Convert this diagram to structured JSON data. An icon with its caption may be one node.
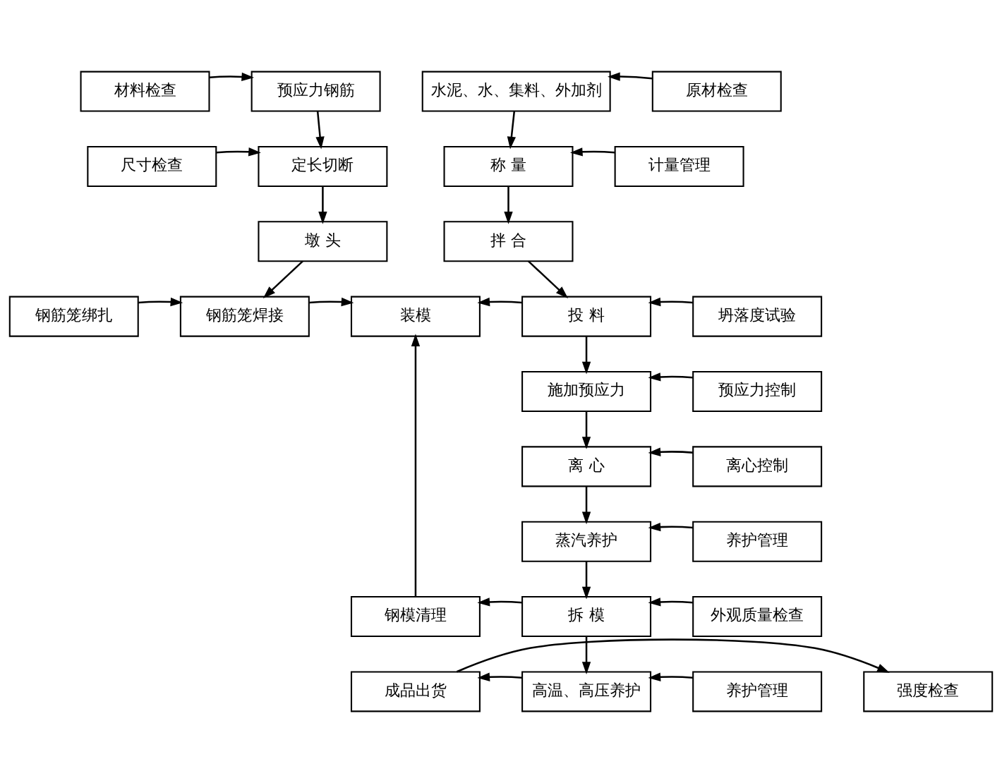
{
  "diagram": {
    "nodes": [
      {
        "text": [
          "材料检查"
        ]
      },
      {
        "text": [
          "预应力钢筋"
        ]
      },
      {
        "text": [
          "尺寸检查"
        ]
      },
      {
        "text": [
          "定长切断"
        ]
      },
      {
        "text": [
          "墩 头"
        ]
      },
      {
        "text": [
          "钢筋笼绑扎"
        ]
      },
      {
        "text": [
          "钢筋笼焊接"
        ]
      },
      {
        "text": [
          "装模"
        ]
      },
      {
        "text": [
          "水泥、水、集料、外加剂"
        ]
      },
      {
        "text": [
          "原材检查"
        ]
      },
      {
        "text": [
          "称 量"
        ]
      },
      {
        "text": [
          "计量管理"
        ]
      },
      {
        "text": [
          "拌 合"
        ]
      },
      {
        "text": [
          "投 料"
        ]
      },
      {
        "text": [
          "坍落度试验"
        ]
      },
      {
        "text": [
          "施加预应力"
        ]
      },
      {
        "text": [
          "预应力控制"
        ]
      },
      {
        "text": [
          "离 心"
        ]
      },
      {
        "text": [
          "离心控制"
        ]
      },
      {
        "text": [
          "蒸汽养护"
        ]
      },
      {
        "text": [
          "养护管理"
        ]
      },
      {
        "text": [
          "钢模清理"
        ]
      },
      {
        "text": [
          "拆 模"
        ]
      },
      {
        "text": [
          "外观质量检查"
        ]
      },
      {
        "text": [
          "强度检查"
        ]
      },
      {
        "text": [
          "成品出货"
        ]
      },
      {
        "text": [
          "高温、高压养护"
        ]
      },
      {
        "text": [
          "养护管理"
        ]
      }
    ],
    "edges": [
      {
        "from": 0,
        "to": 1,
        "arrow": "to"
      },
      {
        "from": 1,
        "to": 3,
        "arrow": "to"
      },
      {
        "from": 2,
        "to": 3,
        "arrow": "to"
      },
      {
        "from": 3,
        "to": 4,
        "arrow": "to"
      },
      {
        "from": 4,
        "to": 6,
        "arrow": "to"
      },
      {
        "from": 5,
        "to": 6,
        "arrow": "to"
      },
      {
        "from": 6,
        "to": 7,
        "arrow": "to"
      },
      {
        "from": 13,
        "to": 7,
        "arrow": "to"
      },
      {
        "from": 9,
        "to": 8,
        "arrow": "to"
      },
      {
        "from": 8,
        "to": 10,
        "arrow": "to"
      },
      {
        "from": 11,
        "to": 10,
        "arrow": "to"
      },
      {
        "from": 10,
        "to": 12,
        "arrow": "to"
      },
      {
        "from": 12,
        "to": 13,
        "arrow": "to"
      },
      {
        "from": 14,
        "to": 13,
        "arrow": "to"
      },
      {
        "from": 13,
        "to": 15,
        "arrow": "to"
      },
      {
        "from": 16,
        "to": 15,
        "arrow": "to"
      },
      {
        "from": 15,
        "to": 17,
        "arrow": "to"
      },
      {
        "from": 18,
        "to": 17,
        "arrow": "to"
      },
      {
        "from": 17,
        "to": 19,
        "arrow": "to"
      },
      {
        "from": 20,
        "to": 19,
        "arrow": "to"
      },
      {
        "from": 19,
        "to": 22,
        "arrow": "to"
      },
      {
        "from": 23,
        "to": 22,
        "arrow": "to"
      },
      {
        "from": 22,
        "to": 21,
        "arrow": "to"
      },
      {
        "from": 21,
        "to": 7,
        "arrow": "to"
      },
      {
        "from": 22,
        "to": 26,
        "arrow": "to"
      },
      {
        "from": 27,
        "to": 26,
        "arrow": "to"
      },
      {
        "from": 26,
        "to": 25,
        "arrow": "to"
      },
      {
        "from": 25,
        "to": 24,
        "arrow": "to"
      }
    ]
  }
}
